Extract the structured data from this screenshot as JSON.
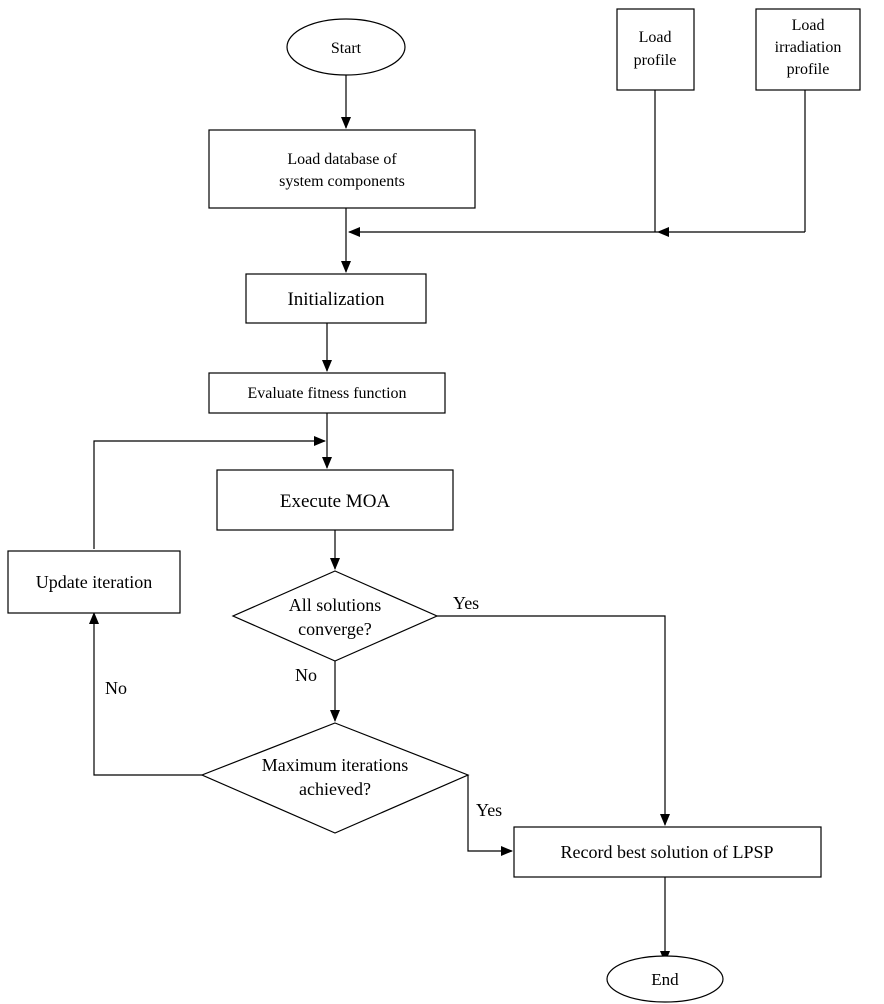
{
  "nodes": {
    "start": "Start",
    "load_profile": [
      "Load",
      "profile"
    ],
    "load_irradiation": [
      "Load",
      "irradiation",
      "profile"
    ],
    "load_database": [
      "Load database of",
      "system components"
    ],
    "initialization": "Initialization",
    "evaluate": "Evaluate fitness function",
    "execute": "Execute MOA",
    "converge": [
      "All solutions",
      "converge?"
    ],
    "update": "Update iteration",
    "max_iter": [
      "Maximum iterations",
      "achieved?"
    ],
    "record": "Record best solution of LPSP",
    "end": "End"
  },
  "edge_labels": {
    "converge_yes": "Yes",
    "converge_no": "No",
    "max_no": "No",
    "max_yes": "Yes"
  },
  "colors": {
    "stroke": "#000000",
    "fill": "#ffffff"
  }
}
